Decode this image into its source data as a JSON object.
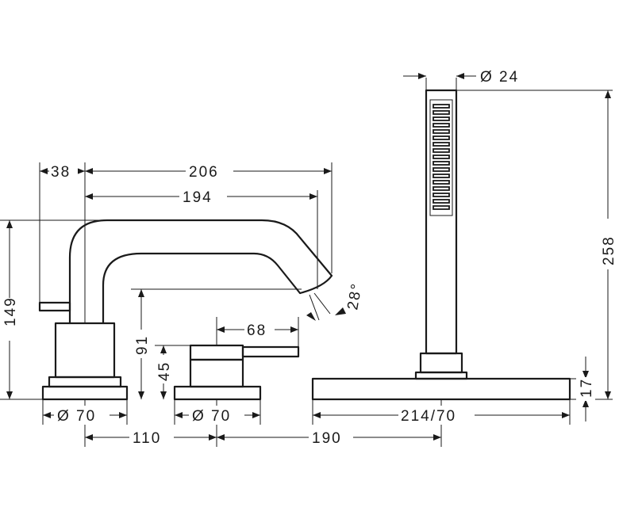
{
  "dimensions": {
    "hand_shower_diameter": "Ø 24",
    "spout_offset_small": "38",
    "spout_projection": "206",
    "spout_projection_inner": "194",
    "total_height": "149",
    "spout_outlet_height": "91",
    "valve_height": "45",
    "handle_length": "68",
    "spout_angle": "28°",
    "base_diameter_left": "Ø 70",
    "base_diameter_mid": "Ø 70",
    "spacing_left": "110",
    "spacing_right": "190",
    "shower_height": "258",
    "plate_size": "214/70",
    "plate_thickness": "17"
  }
}
